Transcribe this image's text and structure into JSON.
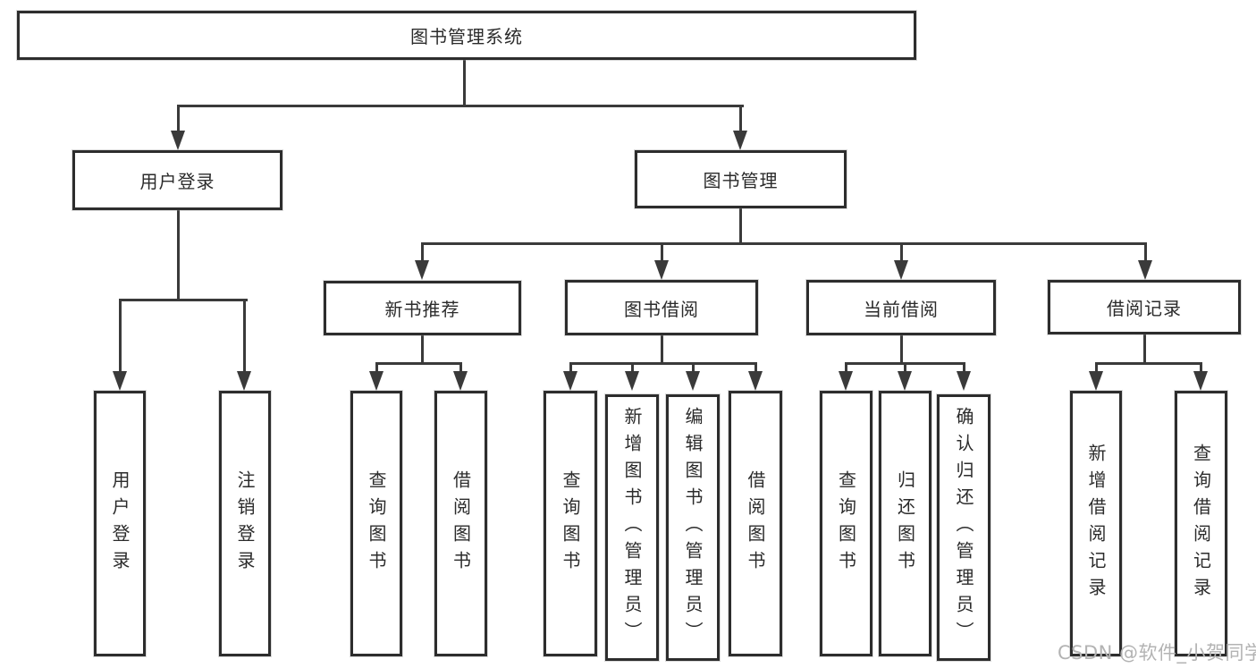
{
  "nodes": {
    "root": "图书管理系统",
    "user_login": "用户登录",
    "book_management": "图书管理",
    "new_book_recommend": "新书推荐",
    "book_borrowing": "图书借阅",
    "current_borrowing": "当前借阅",
    "borrowing_records": "借阅记录",
    "ul_user_login": "用户登录",
    "ul_logout": "注销登录",
    "nb_query_books": "查询图书",
    "nb_borrow_books": "借阅图书",
    "bb_query_books": "查询图书",
    "bb_add_books_admin": "新增图书（管理员）",
    "bb_edit_books_admin": "编辑图书（管理员）",
    "bb_borrow_books": "借阅图书",
    "cb_query_books": "查询图书",
    "cb_return_books": "归还图书",
    "cb_confirm_return_admin": "确认归还（管理员）",
    "br_add_record": "新增借阅记录",
    "br_query_record": "查询借阅记录"
  },
  "watermark": "CSDN @软件_小贺同学",
  "colors": {
    "line": "#3a3a3a",
    "box_border": "#2d2d2d",
    "text": "#2b2b2b",
    "watermark": "#b3b3b3",
    "background": "#ffffff"
  }
}
